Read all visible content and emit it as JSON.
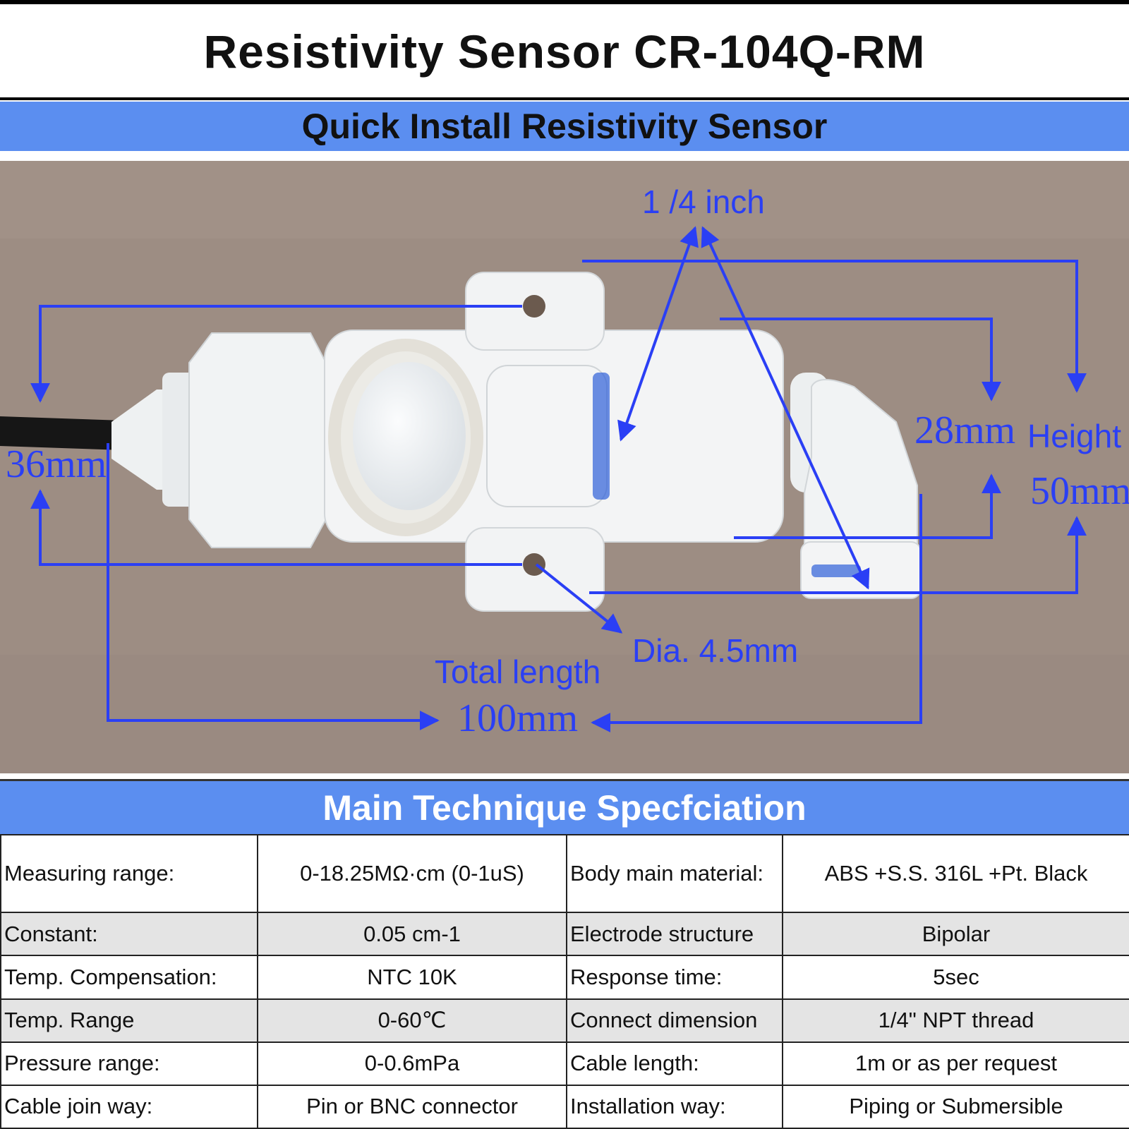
{
  "title": "Resistivity Sensor CR-104Q-RM",
  "banner": "Quick Install Resistivity Sensor",
  "dimensions": {
    "inlet": "1 /4 inch",
    "diameter_36": "36mm",
    "dim_28": "28mm",
    "height_label": "Height",
    "height_value": "50mm",
    "hole": "Dia. 4.5mm",
    "total_label": "Total length",
    "total_value": "100mm"
  },
  "spec_header": "Main Technique Specfciation",
  "specs": [
    {
      "l1": "Measuring range:",
      "v1": "0-18.25MΩ·cm (0-1uS)",
      "l2": "Body main material:",
      "v2": "ABS +S.S. 316L +Pt. Black"
    },
    {
      "l1": "Constant:",
      "v1": "0.05 cm-1",
      "l2": "Electrode structure",
      "v2": "Bipolar"
    },
    {
      "l1": "Temp. Compensation:",
      "v1": "NTC 10K",
      "l2": "Response time:",
      "v2": "5sec"
    },
    {
      "l1": "Temp. Range",
      "v1": "0-60℃",
      "l2": "Connect dimension",
      "v2": "1/4\" NPT thread"
    },
    {
      "l1": "Pressure range:",
      "v1": "0-0.6mPa",
      "l2": "Cable length:",
      "v2": "1m or as per request"
    },
    {
      "l1": "Cable join way:",
      "v1": "Pin or BNC connector",
      "l2": "Installation way:",
      "v2": "Piping or Submersible"
    }
  ],
  "colors": {
    "banner": "#5b8ef0",
    "dimension": "#2a3ff5",
    "shade": "#e4e4e4"
  }
}
